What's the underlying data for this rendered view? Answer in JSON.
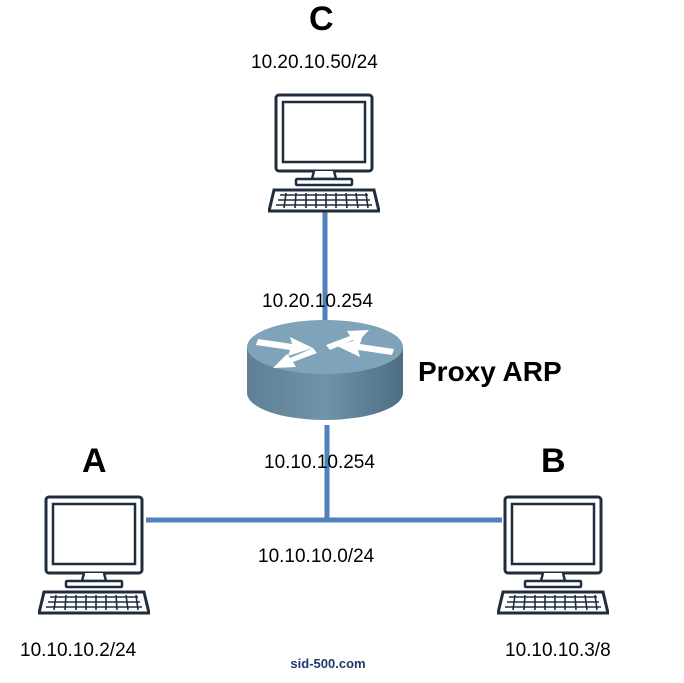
{
  "hosts": {
    "c": {
      "name": "C",
      "ip": "10.20.10.50/24"
    },
    "a": {
      "name": "A",
      "ip": "10.10.10.2/24"
    },
    "b": {
      "name": "B",
      "ip": "10.10.10.3/8"
    }
  },
  "router": {
    "label": "Proxy ARP",
    "upper_interface_ip": "10.20.10.254",
    "lower_interface_ip": "10.10.10.254"
  },
  "network": {
    "subnet": "10.10.10.0/24"
  },
  "credit": "sid-500.com",
  "colors": {
    "link": "#4f81bd",
    "router_top": "#7fa3b8",
    "router_side": "#5e7f94",
    "computer_outline": "#1f2d3d"
  },
  "icons": [
    "computer-icon",
    "router-icon"
  ]
}
